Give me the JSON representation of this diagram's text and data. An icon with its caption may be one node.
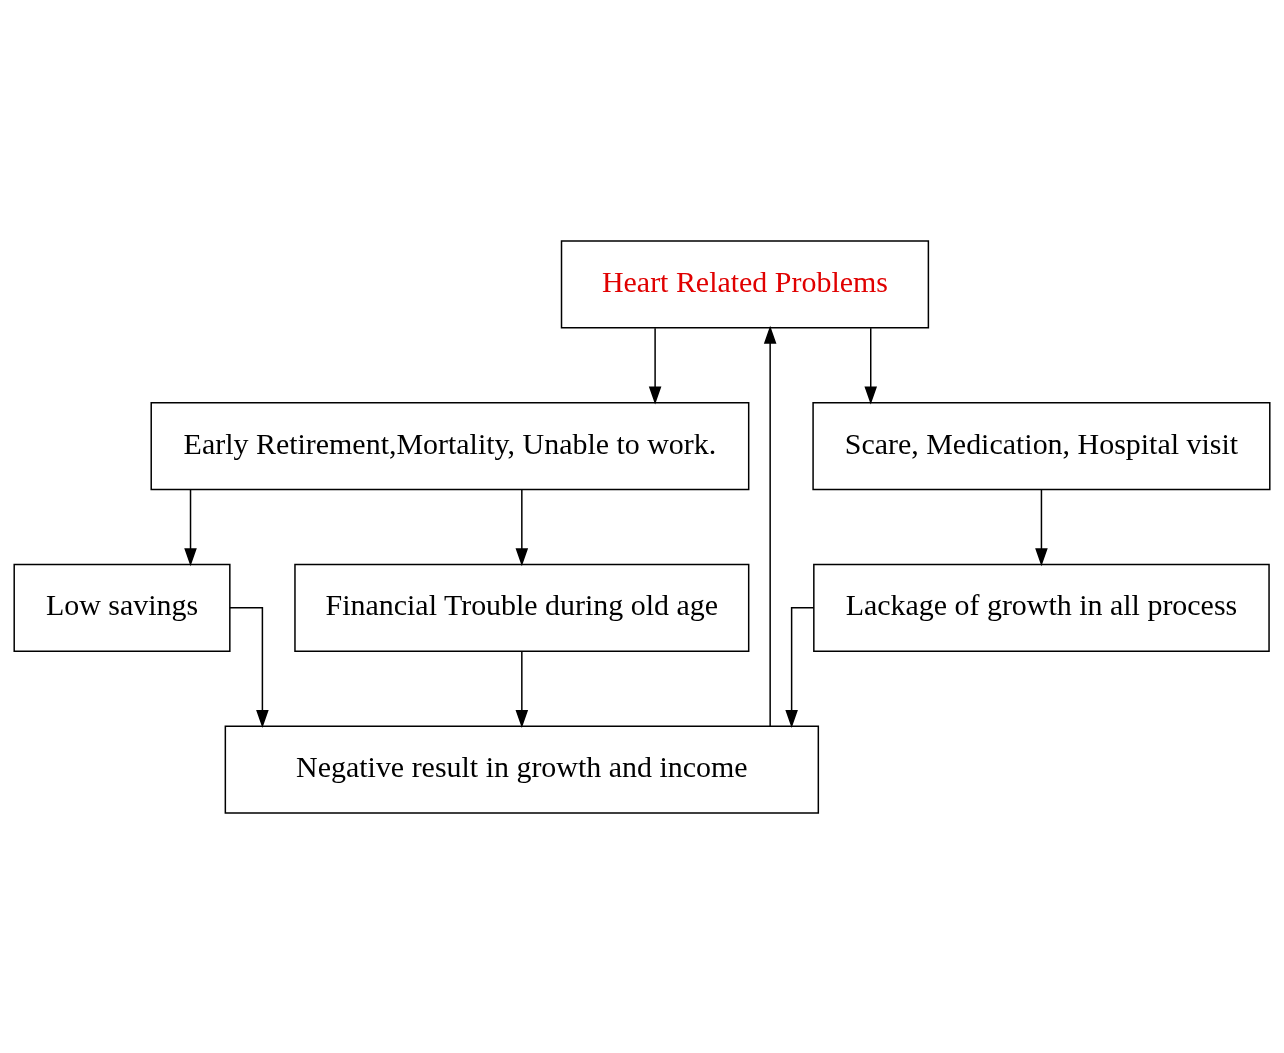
{
  "diagram": {
    "nodes": [
      {
        "text": [
          "Heart Related Problems"
        ]
      },
      {
        "text": [
          "Early Retirement,Mortality, Unable to work."
        ]
      },
      {
        "text": [
          "Scare, Medication, Hospital visit"
        ]
      },
      {
        "text": [
          "Low savings"
        ]
      },
      {
        "text": [
          "Financial Trouble during old age"
        ]
      },
      {
        "text": [
          "Lackage of growth in all process"
        ]
      },
      {
        "text": [
          "Negative result in growth and income"
        ]
      }
    ],
    "edges": [
      {
        "from": 0,
        "to": 1,
        "arrow": "to"
      },
      {
        "from": 0,
        "to": 2,
        "arrow": "to"
      },
      {
        "from": 1,
        "to": 3,
        "arrow": "to"
      },
      {
        "from": 1,
        "to": 4,
        "arrow": "to"
      },
      {
        "from": 2,
        "to": 5,
        "arrow": "to"
      },
      {
        "from": 3,
        "to": 6,
        "arrow": "to"
      },
      {
        "from": 4,
        "to": 6,
        "arrow": "to"
      },
      {
        "from": 5,
        "to": 6,
        "arrow": "to"
      },
      {
        "from": 6,
        "to": 0,
        "arrow": "to"
      }
    ]
  }
}
